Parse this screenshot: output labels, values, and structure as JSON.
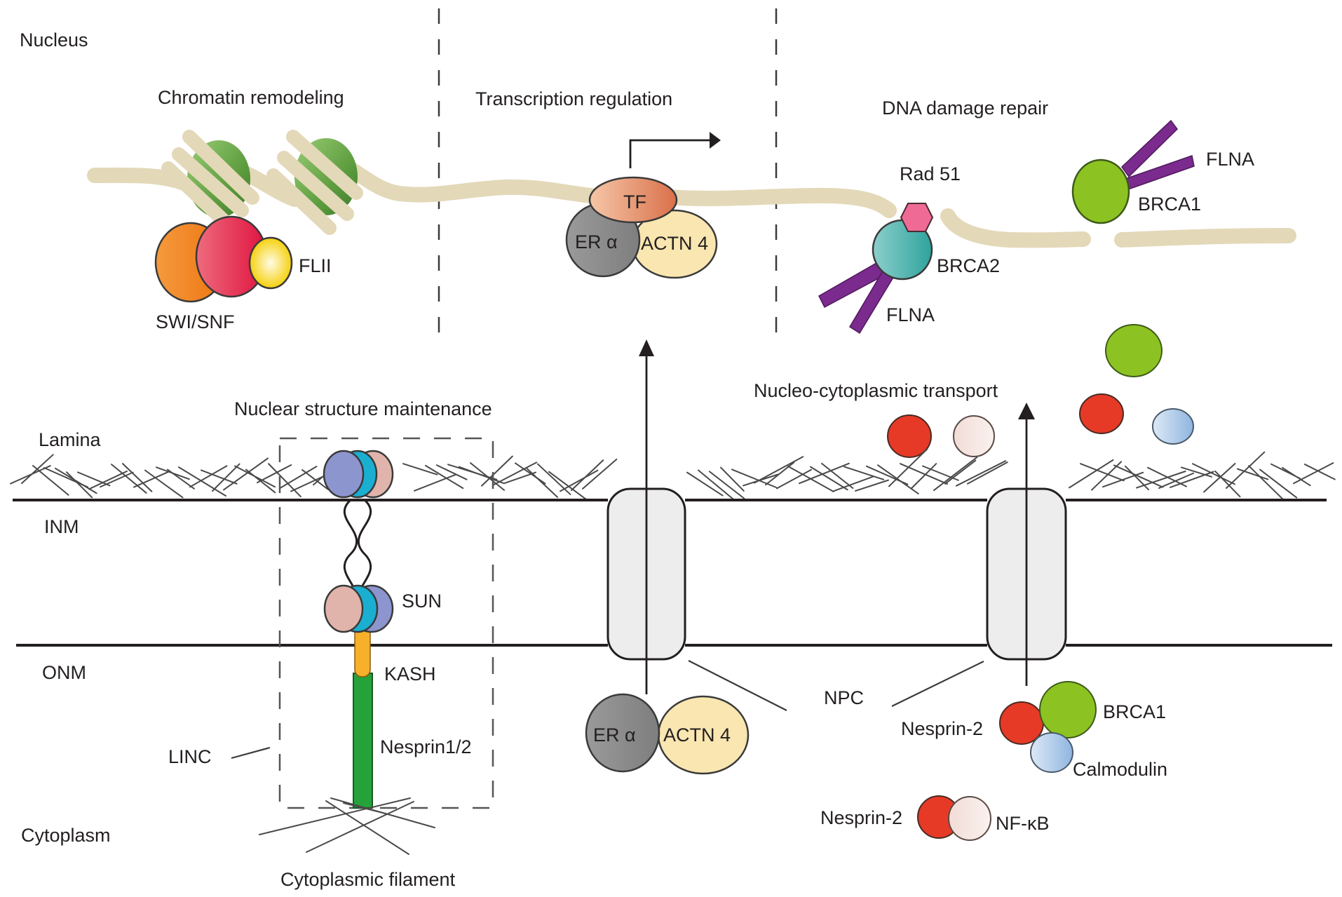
{
  "figure": {
    "regions": {
      "nucleus": "Nucleus",
      "lamina": "Lamina",
      "inm": "INM",
      "onm": "ONM",
      "cytoplasm": "Cytoplasm"
    },
    "sections": {
      "chromatin": "Chromatin remodeling",
      "transcription": "Transcription regulation",
      "dna_repair": "DNA damage repair",
      "nuclear_structure": "Nuclear structure maintenance",
      "transport": "Nucleo-cytoplasmic transport"
    },
    "chromatin": {
      "swi_snf": "SWI/SNF",
      "flii": "FLII"
    },
    "transcription": {
      "tf": "TF",
      "er_alpha": "ER α",
      "actn4": "ACTN 4"
    },
    "dna_repair": {
      "rad51": "Rad 51",
      "brca2": "BRCA2",
      "flna_lower": "FLNA",
      "brca1": "BRCA1",
      "flna_upper": "FLNA"
    },
    "linc": {
      "sun": "SUN",
      "kash": "KASH",
      "nesprin": "Nesprin1/2",
      "linc": "LINC",
      "cytoplasmic_filament": "Cytoplasmic filament"
    },
    "cytoplasm_complexes": {
      "er_alpha": "ER α",
      "actn4": "ACTN 4",
      "npc": "NPC",
      "nesprin2_a": "Nesprin-2",
      "brca1": "BRCA1",
      "calmodulin": "Calmodulin",
      "nesprin2_b": "Nesprin-2",
      "nfkb": "NF-κB"
    },
    "colors": {
      "dna": "#e3d8b8",
      "histone_green": "#6fae4c",
      "swi_orange": "#f07e1b",
      "swi_red": "#e52a4a",
      "flii_yellow": "#f7d81a",
      "tf_salmon": "#e0835c",
      "er_gray": "#8a8a8a",
      "actn4_cream": "#f9e6b0",
      "rad51_pink": "#ef6b95",
      "brca2_teal": "#4bb1ad",
      "brca1_green": "#8cc322",
      "flna_purple": "#7b2a8e",
      "nesprin2_red": "#e63a27",
      "nfkb_pink": "#f5e0da",
      "calmodulin_blue": "#a9c6e8",
      "sun_purple": "#8d95cf",
      "sun_cyan": "#1aaed1",
      "sun_pink": "#e0b4ab",
      "kash_orange": "#f6b02a",
      "nesprin_green": "#25a33a",
      "npc_gray": "#ededed"
    }
  }
}
